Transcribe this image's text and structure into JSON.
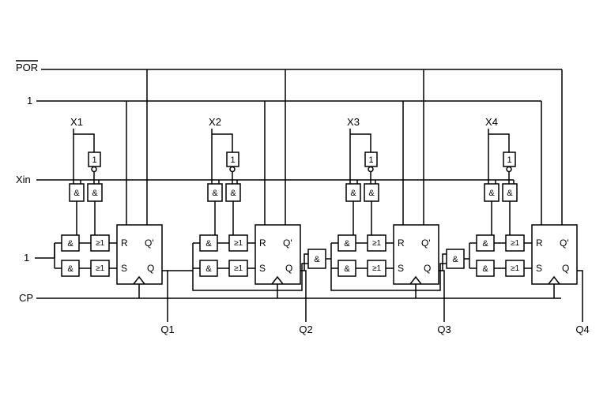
{
  "diagram": {
    "signals": {
      "por": "POR",
      "one_top": "1",
      "xin": "Xin",
      "one_left": "1",
      "cp": "CP"
    },
    "stages": [
      {
        "input": "X1",
        "output": "Q1"
      },
      {
        "input": "X2",
        "output": "Q2"
      },
      {
        "input": "X3",
        "output": "Q3"
      },
      {
        "input": "X4",
        "output": "Q4"
      }
    ],
    "gates": {
      "and": "&",
      "or": "≥1",
      "inv": "1"
    },
    "flipflop": {
      "r": "R",
      "s": "S",
      "q": "Q",
      "qbar": "Q'"
    },
    "colors": {
      "line": "#000000",
      "background": "#ffffff"
    }
  }
}
